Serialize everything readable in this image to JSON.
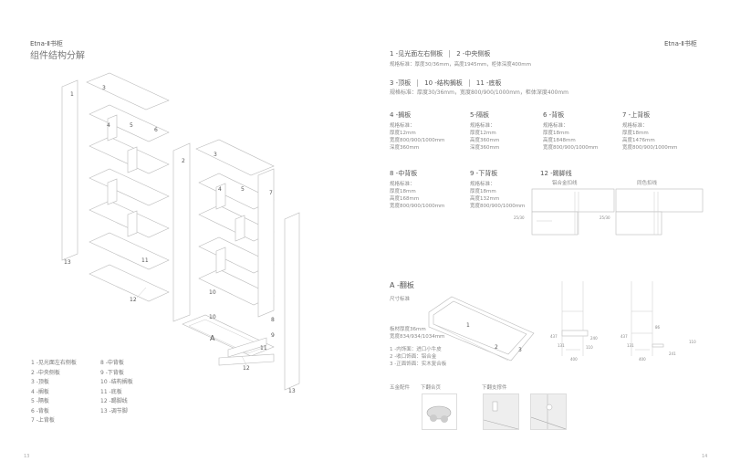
{
  "left_page": {
    "title": "Etna-Ⅱ书柜",
    "subtitle": "组件结构分解",
    "page_number": "13",
    "diagram_labels": {
      "left": [
        "1",
        "3",
        "4",
        "5",
        "6",
        "13",
        "11",
        "12"
      ],
      "middle": [
        "2",
        "3",
        "4",
        "5",
        "7",
        "10",
        "10",
        "8",
        "A",
        "9",
        "11",
        "12",
        "13"
      ]
    },
    "legend_col1": [
      "1 -见光面左右侧板",
      "2 -中央侧板",
      "3 -顶板",
      "4 -搁板",
      "5 -隔板",
      "6 -背板",
      "7 -上背板"
    ],
    "legend_col2": [
      "8 -中背板",
      "9 -下背板",
      "10 -结构搁板",
      "11 -底板",
      "12 -踢脚线",
      "13 -调节脚"
    ]
  },
  "right_page": {
    "title": "Etna-Ⅱ书柜",
    "page_number": "14",
    "section1": {
      "headings": [
        "1 -见光面左右侧板",
        "2 -中央侧板"
      ],
      "spec": "规格标准：厚度30/36mm，高度1945mm，柜体深度400mm"
    },
    "section2": {
      "headings": [
        "3 -顶板",
        "10 -结构搁板",
        "11 -底板"
      ],
      "spec": "规格标准：厚度30/36mm，宽度800/900/1000mm，柜体深度400mm"
    },
    "parts_row1": [
      {
        "title": "4 -搁板",
        "lines": [
          "规格标准：",
          "厚度12mm",
          "宽度800/900/1000mm",
          "深度360mm"
        ]
      },
      {
        "title": "5-隔板",
        "lines": [
          "规格标准：",
          "厚度12mm",
          "高度360mm",
          "深度360mm"
        ]
      },
      {
        "title": "6 -背板",
        "lines": [
          "规格标准：",
          "厚度18mm",
          "高度1848mm",
          "宽度800/900/1000mm"
        ]
      },
      {
        "title": "7 -上背板",
        "lines": [
          "规格标准：",
          "厚度18mm",
          "高度1476mm",
          "宽度800/900/1000mm"
        ]
      }
    ],
    "parts_row2": [
      {
        "title": "8 -中背板",
        "lines": [
          "规格标准：",
          "厚度18mm",
          "高度168mm",
          "宽度800/900/1000mm"
        ]
      },
      {
        "title": "9 -下背板",
        "lines": [
          "规格标准：",
          "厚度18mm",
          "高度132mm",
          "宽度800/900/1000mm"
        ]
      }
    ],
    "skirting": {
      "title": "12 -踢脚线",
      "option1": "铝合金扣线",
      "option2": "同色扣线",
      "dim": "25/30"
    },
    "flap": {
      "title": "A -翻板",
      "size_label": "尺寸标准",
      "specs": [
        "板材厚度36mm",
        "宽度834/934/1034mm"
      ],
      "materials": [
        "1 -内饰面：进口小牛皮",
        "2 -收口饰面：铝合金",
        "3 -正面饰面：实木复合板"
      ],
      "tray_labels": [
        "1",
        "2",
        "3"
      ],
      "dims_left": [
        "437",
        "131",
        "240",
        "110",
        "400"
      ],
      "dims_right": [
        "437",
        "131",
        "86",
        "110",
        "400",
        "241"
      ]
    },
    "hardware": {
      "label": "五金配件",
      "item1": "下翻合页",
      "item2": "下翻支撑件"
    }
  }
}
